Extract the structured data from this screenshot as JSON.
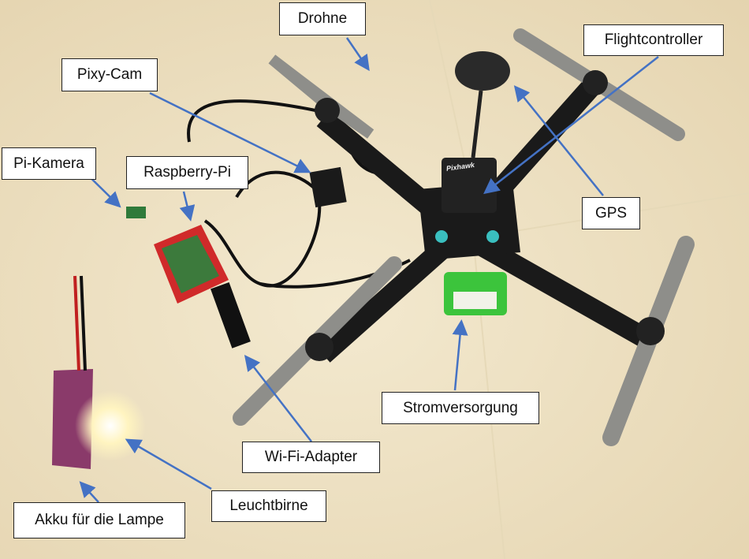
{
  "labels": {
    "drohne": "Drohne",
    "flightcontroller": "Flightcontroller",
    "pixy_cam": "Pixy-Cam",
    "pi_kamera": "Pi-Kamera",
    "raspberry_pi": "Raspberry-Pi",
    "gps": "GPS",
    "stromversorgung": "Stromversorgung",
    "wifi_adapter": "Wi-Fi-Adapter",
    "leuchtbirne": "Leuchtbirne",
    "akku": "Akku für die Lampe"
  },
  "photo_text": {
    "flight_controller_brand": "Pixhawk"
  },
  "colors": {
    "arrow": "#4472C4",
    "floor": "#EFE3C4",
    "frame": "#1A1A1A",
    "propeller": "#8E8E8A",
    "battery_green": "#3CC43C",
    "raspberry_case": "#D02A2A"
  }
}
